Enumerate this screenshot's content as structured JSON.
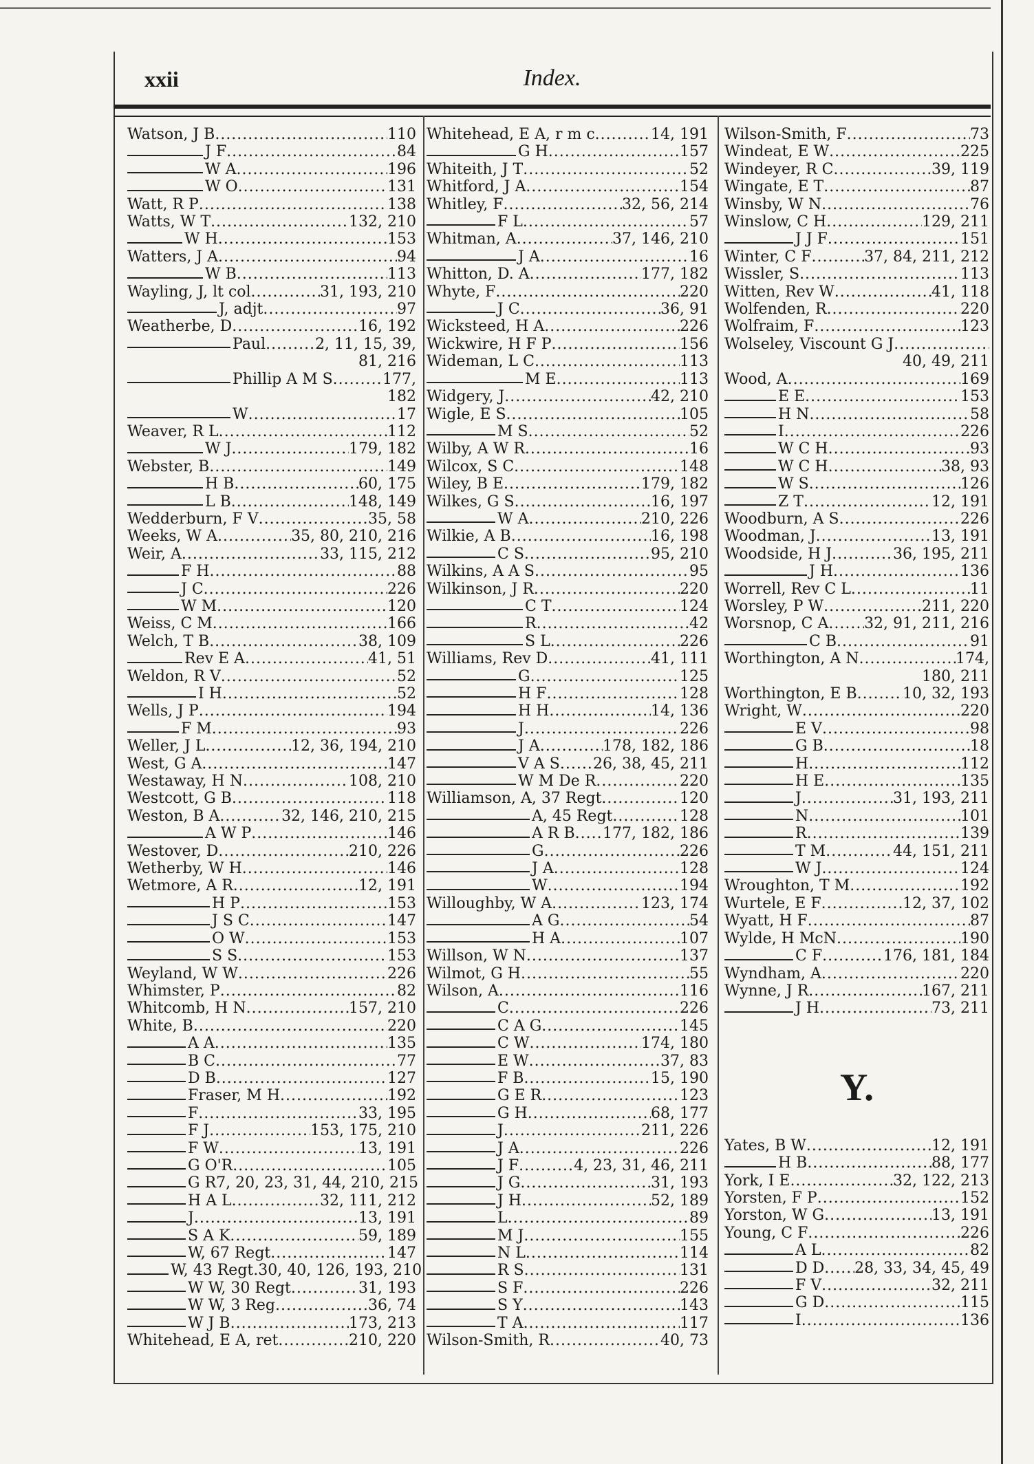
{
  "header": {
    "page_number": "xxii",
    "title": "Index."
  },
  "columns": [
    [
      {
        "d": 0,
        "name": "Watson, J B",
        "pages": "110"
      },
      {
        "d": 110,
        "name": "J F",
        "pages": "84"
      },
      {
        "d": 110,
        "name": "W A",
        "pages": "196"
      },
      {
        "d": 110,
        "name": "W O",
        "pages": "131"
      },
      {
        "d": 0,
        "name": "Watt, R P",
        "pages": "138"
      },
      {
        "d": 0,
        "name": "Watts, W T",
        "pages": "132, 210"
      },
      {
        "d": 80,
        "name": "W H",
        "pages": "153"
      },
      {
        "d": 0,
        "name": "Watters, J A",
        "pages": "94"
      },
      {
        "d": 110,
        "name": "W B",
        "pages": "113"
      },
      {
        "d": 0,
        "name": "Wayling, J, lt col",
        "pages": "31, 193, 210"
      },
      {
        "d": 130,
        "name": "J, adjt",
        "pages": "97"
      },
      {
        "d": 0,
        "name": "Weatherbe, D",
        "pages": "16, 192"
      },
      {
        "d": 150,
        "name": "Paul",
        "pages": "2, 11, 15, 39,",
        "cont": "81, 216"
      },
      {
        "d": 150,
        "name": "Phillip A M S",
        "pages": "177,",
        "cont": "182"
      },
      {
        "d": 150,
        "name": "W",
        "pages": "17"
      },
      {
        "d": 0,
        "name": "Weaver, R L",
        "pages": "112"
      },
      {
        "d": 110,
        "name": "W J",
        "pages": "179, 182"
      },
      {
        "d": 0,
        "name": "Webster, B",
        "pages": "149"
      },
      {
        "d": 110,
        "name": "H B",
        "pages": "60, 175"
      },
      {
        "d": 110,
        "name": "L B",
        "pages": "148, 149"
      },
      {
        "d": 0,
        "name": "Wedderburn, F V",
        "pages": "35, 58"
      },
      {
        "d": 0,
        "name": "Weeks, W A",
        "pages": "35, 80, 210, 216"
      },
      {
        "d": 0,
        "name": "Weir, A",
        "pages": "33, 115, 212"
      },
      {
        "d": 75,
        "name": "F H",
        "pages": "88"
      },
      {
        "d": 75,
        "name": "J C",
        "pages": "226"
      },
      {
        "d": 75,
        "name": "W M",
        "pages": "120"
      },
      {
        "d": 0,
        "name": "Weiss, C M",
        "pages": "166"
      },
      {
        "d": 0,
        "name": "Welch, T B",
        "pages": "38, 109"
      },
      {
        "d": 80,
        "name": "Rev E A",
        "pages": "41, 51"
      },
      {
        "d": 0,
        "name": "Weldon, R V",
        "pages": "52"
      },
      {
        "d": 100,
        "name": "I H",
        "pages": "52"
      },
      {
        "d": 0,
        "name": "Wells, J P",
        "pages": "194"
      },
      {
        "d": 75,
        "name": "F M",
        "pages": "93"
      },
      {
        "d": 0,
        "name": "Weller, J L",
        "pages": "12, 36, 194, 210"
      },
      {
        "d": 0,
        "name": "West, G A",
        "pages": "147"
      },
      {
        "d": 0,
        "name": "Westaway, H N",
        "pages": "108, 210"
      },
      {
        "d": 0,
        "name": "Westcott, G B",
        "pages": "118"
      },
      {
        "d": 0,
        "name": "Weston, B A",
        "pages": "32, 146, 210, 215"
      },
      {
        "d": 110,
        "name": "A W P",
        "pages": "146"
      },
      {
        "d": 0,
        "name": "Westover, D",
        "pages": "210, 226"
      },
      {
        "d": 0,
        "name": "Wetherby, W H",
        "pages": "146"
      },
      {
        "d": 0,
        "name": "Wetmore, A R",
        "pages": "12, 191"
      },
      {
        "d": 120,
        "name": "H P",
        "pages": "153"
      },
      {
        "d": 120,
        "name": "J S C",
        "pages": "147"
      },
      {
        "d": 120,
        "name": "O W",
        "pages": "153"
      },
      {
        "d": 120,
        "name": "S S",
        "pages": "153"
      },
      {
        "d": 0,
        "name": "Weyland, W W",
        "pages": "226"
      },
      {
        "d": 0,
        "name": "Whimster, P",
        "pages": "82"
      },
      {
        "d": 0,
        "name": "Whitcomb, H N",
        "pages": "157, 210"
      },
      {
        "d": 0,
        "name": "White, B",
        "pages": "220"
      },
      {
        "d": 85,
        "name": "A A",
        "pages": "135"
      },
      {
        "d": 85,
        "name": "B C",
        "pages": "77"
      },
      {
        "d": 85,
        "name": "D B",
        "pages": "127"
      },
      {
        "d": 85,
        "name": "Fraser, M H",
        "pages": "192"
      },
      {
        "d": 85,
        "name": "F",
        "pages": "33, 195"
      },
      {
        "d": 85,
        "name": "F J",
        "pages": "153, 175, 210"
      },
      {
        "d": 85,
        "name": "F W",
        "pages": "13, 191"
      },
      {
        "d": 85,
        "name": "G O'R",
        "pages": "105"
      },
      {
        "d": 85,
        "name": "G R",
        "pages": "7, 20, 23, 31, 44, 210, 215"
      },
      {
        "d": 85,
        "name": "H A L",
        "pages": "32, 111, 212"
      },
      {
        "d": 85,
        "name": "J",
        "pages": "13, 191"
      },
      {
        "d": 85,
        "name": "S A K",
        "pages": "59, 189"
      },
      {
        "d": 85,
        "name": "W, 67 Regt",
        "pages": "147"
      },
      {
        "d": 60,
        "name": "W, 43 Regt.",
        "pages": "30, 40, 126, 193, 210"
      },
      {
        "d": 85,
        "name": "W W, 30 Regt",
        "pages": "31, 193"
      },
      {
        "d": 85,
        "name": "W W, 3 Reg",
        "pages": "36, 74"
      },
      {
        "d": 85,
        "name": "W J B",
        "pages": "173, 213"
      },
      {
        "d": 0,
        "name": "Whitehead, E A, ret",
        "pages": "210, 220"
      }
    ],
    [
      {
        "d": 0,
        "name": "Whitehead, E A, r m c",
        "pages": "14, 191"
      },
      {
        "d": 130,
        "name": "G H",
        "pages": "157"
      },
      {
        "d": 0,
        "name": "Whiteith, J T",
        "pages": "52"
      },
      {
        "d": 0,
        "name": "Whitford, J A",
        "pages": "154"
      },
      {
        "d": 0,
        "name": "Whitley, F",
        "pages": "32, 56, 214"
      },
      {
        "d": 100,
        "name": "F L",
        "pages": "57"
      },
      {
        "d": 0,
        "name": "Whitman, A",
        "pages": "37, 146, 210"
      },
      {
        "d": 130,
        "name": "J A",
        "pages": "16"
      },
      {
        "d": 0,
        "name": "Whitton, D. A",
        "pages": "177, 182"
      },
      {
        "d": 0,
        "name": "Whyte, F",
        "pages": "220"
      },
      {
        "d": 100,
        "name": "J C",
        "pages": "36, 91"
      },
      {
        "d": 0,
        "name": "Wicksteed, H A",
        "pages": "226"
      },
      {
        "d": 0,
        "name": "Wickwire, H F P",
        "pages": "156"
      },
      {
        "d": 0,
        "name": "Wideman, L C",
        "pages": "113"
      },
      {
        "d": 140,
        "name": "M E",
        "pages": "113"
      },
      {
        "d": 0,
        "name": "Widgery, J",
        "pages": "42, 210"
      },
      {
        "d": 0,
        "name": "Wigle, E S",
        "pages": "105"
      },
      {
        "d": 100,
        "name": "M S",
        "pages": "52"
      },
      {
        "d": 0,
        "name": "Wilby, A W R",
        "pages": "16"
      },
      {
        "d": 0,
        "name": "Wilcox, S C",
        "pages": "148"
      },
      {
        "d": 0,
        "name": "Wiley, B E",
        "pages": "179, 182"
      },
      {
        "d": 0,
        "name": "Wilkes, G S",
        "pages": "16, 197"
      },
      {
        "d": 100,
        "name": "W A",
        "pages": "210, 226"
      },
      {
        "d": 0,
        "name": "Wilkie, A B",
        "pages": "16, 198"
      },
      {
        "d": 100,
        "name": "C S",
        "pages": "95, 210"
      },
      {
        "d": 0,
        "name": "Wilkins, A A S",
        "pages": "95"
      },
      {
        "d": 0,
        "name": "Wilkinson, J R",
        "pages": "220"
      },
      {
        "d": 140,
        "name": "C T",
        "pages": "124"
      },
      {
        "d": 140,
        "name": "R",
        "pages": "42"
      },
      {
        "d": 140,
        "name": "S L",
        "pages": "226"
      },
      {
        "d": 0,
        "name": "Williams, Rev D",
        "pages": "41, 111"
      },
      {
        "d": 130,
        "name": "G",
        "pages": "125"
      },
      {
        "d": 130,
        "name": "H F",
        "pages": "128"
      },
      {
        "d": 130,
        "name": "H H",
        "pages": "14, 136"
      },
      {
        "d": 130,
        "name": "J",
        "pages": "226"
      },
      {
        "d": 130,
        "name": "J A",
        "pages": "178, 182, 186"
      },
      {
        "d": 130,
        "name": "V A S",
        "pages": "26, 38, 45, 211"
      },
      {
        "d": 130,
        "name": "W M De R",
        "pages": "220"
      },
      {
        "d": 0,
        "name": "Williamson, A, 37 Regt",
        "pages": "120"
      },
      {
        "d": 150,
        "name": "A, 45 Regt",
        "pages": "128"
      },
      {
        "d": 150,
        "name": "A R B",
        "pages": "177, 182, 186"
      },
      {
        "d": 150,
        "name": "G",
        "pages": "226"
      },
      {
        "d": 150,
        "name": "J A",
        "pages": "128"
      },
      {
        "d": 150,
        "name": "W",
        "pages": "194"
      },
      {
        "d": 0,
        "name": "Willoughby, W A",
        "pages": "123, 174"
      },
      {
        "d": 150,
        "name": "A G",
        "pages": "54"
      },
      {
        "d": 150,
        "name": "H A",
        "pages": "107"
      },
      {
        "d": 0,
        "name": "Willson, W N",
        "pages": "137"
      },
      {
        "d": 0,
        "name": "Wilmot, G H",
        "pages": "55"
      },
      {
        "d": 0,
        "name": "Wilson, A",
        "pages": "116"
      },
      {
        "d": 100,
        "name": "C",
        "pages": "226"
      },
      {
        "d": 100,
        "name": "C A G",
        "pages": "145"
      },
      {
        "d": 100,
        "name": "C W",
        "pages": "174, 180"
      },
      {
        "d": 100,
        "name": "E W",
        "pages": "37, 83"
      },
      {
        "d": 100,
        "name": "F B",
        "pages": "15, 190"
      },
      {
        "d": 100,
        "name": "G E R",
        "pages": "123"
      },
      {
        "d": 100,
        "name": "G H",
        "pages": "68, 177"
      },
      {
        "d": 100,
        "name": "J",
        "pages": "211, 226"
      },
      {
        "d": 100,
        "name": "J A",
        "pages": "226"
      },
      {
        "d": 100,
        "name": "J F",
        "pages": "4, 23, 31, 46, 211"
      },
      {
        "d": 100,
        "name": "J G",
        "pages": "31, 193"
      },
      {
        "d": 100,
        "name": "J H",
        "pages": "52, 189"
      },
      {
        "d": 100,
        "name": "L",
        "pages": "89"
      },
      {
        "d": 100,
        "name": "M J",
        "pages": "155"
      },
      {
        "d": 100,
        "name": "N L",
        "pages": "114"
      },
      {
        "d": 100,
        "name": "R S",
        "pages": "131"
      },
      {
        "d": 100,
        "name": "S F",
        "pages": "226"
      },
      {
        "d": 100,
        "name": "S Y",
        "pages": "143"
      },
      {
        "d": 100,
        "name": "T A",
        "pages": "117"
      },
      {
        "d": 0,
        "name": "Wilson-Smith, R",
        "pages": "40, 73"
      }
    ],
    [
      {
        "d": 0,
        "name": "Wilson-Smith, F",
        "pages": "73"
      },
      {
        "d": 0,
        "name": "Windeat, E W",
        "pages": "225"
      },
      {
        "d": 0,
        "name": "Windeyer, R C",
        "pages": "39, 119"
      },
      {
        "d": 0,
        "name": "Wingate, E T",
        "pages": "87"
      },
      {
        "d": 0,
        "name": "Winsby, W N",
        "pages": "76"
      },
      {
        "d": 0,
        "name": "Winslow, C H",
        "pages": "129, 211"
      },
      {
        "d": 100,
        "name": "J J F",
        "pages": "151"
      },
      {
        "d": 0,
        "name": "Winter, C F",
        "pages": "37, 84, 211, 212"
      },
      {
        "d": 0,
        "name": "Wissler, S",
        "pages": "113"
      },
      {
        "d": 0,
        "name": "Witten, Rev W",
        "pages": "41, 118"
      },
      {
        "d": 0,
        "name": "Wolfenden, R",
        "pages": "220"
      },
      {
        "d": 0,
        "name": "Wolfraim, F",
        "pages": "123"
      },
      {
        "d": 0,
        "name": "Wolseley, Viscount G J",
        "pages": "",
        "cont": "40, 49, 211"
      },
      {
        "d": 0,
        "name": "Wood, A",
        "pages": "169"
      },
      {
        "d": 75,
        "name": "E E",
        "pages": "153"
      },
      {
        "d": 75,
        "name": "H N",
        "pages": "58"
      },
      {
        "d": 75,
        "name": "I",
        "pages": "226"
      },
      {
        "d": 75,
        "name": "W C H",
        "pages": "93"
      },
      {
        "d": 75,
        "name": "W C H",
        "pages": "38, 93"
      },
      {
        "d": 75,
        "name": "W S",
        "pages": "126"
      },
      {
        "d": 75,
        "name": "Z T",
        "pages": "12, 191"
      },
      {
        "d": 0,
        "name": "Woodburn, A S",
        "pages": "226"
      },
      {
        "d": 0,
        "name": "Woodman, J",
        "pages": "13, 191"
      },
      {
        "d": 0,
        "name": "Woodside, H J",
        "pages": "36, 195, 211"
      },
      {
        "d": 120,
        "name": "J H",
        "pages": "136"
      },
      {
        "d": 0,
        "name": "Worrell, Rev C L",
        "pages": "11"
      },
      {
        "d": 0,
        "name": "Worsley, P W",
        "pages": "211, 220"
      },
      {
        "d": 0,
        "name": "Worsnop, C A",
        "pages": "32, 91, 211, 216"
      },
      {
        "d": 120,
        "name": "C B",
        "pages": "91"
      },
      {
        "d": 0,
        "name": "Worthington, A N",
        "pages": "174,",
        "cont": "180, 211"
      },
      {
        "d": 0,
        "name": "Worthington, E B",
        "pages": "10, 32, 193"
      },
      {
        "d": 0,
        "name": "Wright, W",
        "pages": "220"
      },
      {
        "d": 100,
        "name": "E V",
        "pages": "98"
      },
      {
        "d": 100,
        "name": "G B",
        "pages": "18"
      },
      {
        "d": 100,
        "name": "H",
        "pages": "112"
      },
      {
        "d": 100,
        "name": "H E",
        "pages": "135"
      },
      {
        "d": 100,
        "name": "J",
        "pages": "31, 193, 211"
      },
      {
        "d": 100,
        "name": "N",
        "pages": "101"
      },
      {
        "d": 100,
        "name": "R",
        "pages": "139"
      },
      {
        "d": 100,
        "name": "T M",
        "pages": "44, 151, 211"
      },
      {
        "d": 100,
        "name": "W J",
        "pages": "124"
      },
      {
        "d": 0,
        "name": "Wroughton, T M",
        "pages": "192"
      },
      {
        "d": 0,
        "name": "Wurtele, E F",
        "pages": "12, 37, 102"
      },
      {
        "d": 0,
        "name": "Wyatt, H F",
        "pages": "87"
      },
      {
        "d": 0,
        "name": "Wylde, H McN",
        "pages": "190"
      },
      {
        "d": 100,
        "name": "C F",
        "pages": "176, 181, 184"
      },
      {
        "d": 0,
        "name": "Wyndham, A",
        "pages": "220"
      },
      {
        "d": 0,
        "name": "Wynne, J R",
        "pages": "167, 211"
      },
      {
        "d": 100,
        "name": "J H",
        "pages": "73, 211"
      },
      {
        "letter": "Y."
      },
      {
        "d": 0,
        "name": "Yates, B W",
        "pages": "12, 191"
      },
      {
        "d": 75,
        "name": "H B",
        "pages": "88, 177"
      },
      {
        "d": 0,
        "name": "York, I E",
        "pages": "32, 122, 213"
      },
      {
        "d": 0,
        "name": "Yorsten, F P",
        "pages": "152"
      },
      {
        "d": 0,
        "name": "Yorston, W G",
        "pages": "13, 191"
      },
      {
        "d": 0,
        "name": "Young, C F",
        "pages": "226"
      },
      {
        "d": 100,
        "name": "A L",
        "pages": "82"
      },
      {
        "d": 100,
        "name": "D D",
        "pages": "28, 33, 34, 45, 49"
      },
      {
        "d": 100,
        "name": "F V",
        "pages": "32, 211"
      },
      {
        "d": 100,
        "name": "G D",
        "pages": "115"
      },
      {
        "d": 100,
        "name": "I",
        "pages": "136"
      }
    ]
  ]
}
